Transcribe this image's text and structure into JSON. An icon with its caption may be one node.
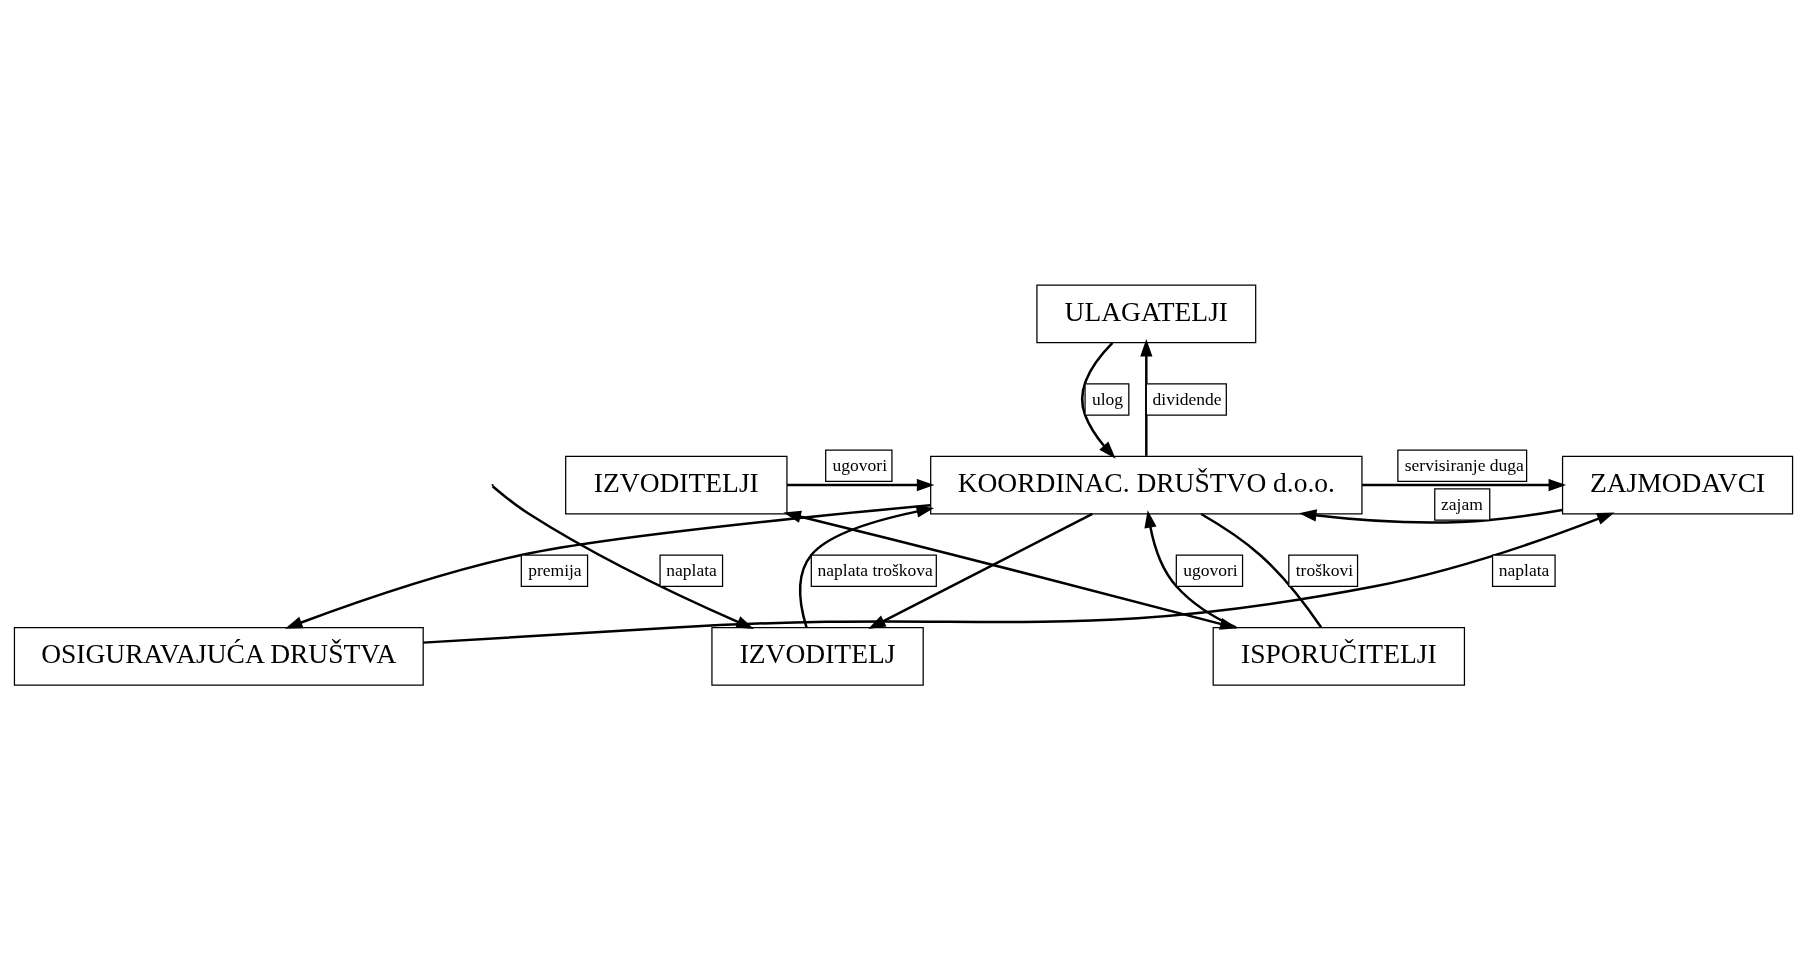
{
  "diagram": {
    "nodes": [
      {
        "text": [
          "ULAGATELJI"
        ]
      },
      {
        "text": [
          "ZAJMODAVCI"
        ]
      },
      {
        "text": [
          "IZVODITELJI"
        ]
      },
      {
        "text": [
          "KOORDINAC. DRUŠTVO d.o.o."
        ]
      },
      {
        "text": [
          "OSIGURAVAJUĆA DRUŠTVA"
        ]
      },
      {
        "text": [
          "ISPORUČITELJI"
        ]
      },
      {
        "text": [
          "IZVODITELJ"
        ]
      }
    ],
    "edges": [
      {
        "from": 3,
        "to": 0,
        "arrow": "to",
        "label": "dividende"
      },
      {
        "from": 0,
        "to": 3,
        "arrow": "to",
        "label": "ulog"
      },
      {
        "from": 1,
        "to": 3,
        "arrow": "to",
        "label": "zajam"
      },
      {
        "from": 3,
        "to": 1,
        "arrow": "to",
        "label": "servisiranje duga"
      },
      {
        "from": 2,
        "to": 3,
        "arrow": "to",
        "label": "ugovori"
      },
      {
        "from": 3,
        "to": 5,
        "arrow": "none",
        "label": "troškovi"
      },
      {
        "from": 2,
        "to": 5,
        "arrow": "both"
      },
      {
        "from": 6,
        "to": 3,
        "arrow": "to",
        "label": "naplata troškova"
      },
      {
        "from": 3,
        "to": 6,
        "arrow": "to"
      },
      {
        "from": 5,
        "to": 3,
        "arrow": "to",
        "label": "ugovori"
      },
      {
        "from": 3,
        "to": 4,
        "arrow": "to",
        "label": "premija"
      },
      {
        "from": 4,
        "to": 1,
        "arrow": "to",
        "label": "naplata"
      },
      {
        "from": null,
        "to": 6,
        "arrow": "to",
        "label": "naplata"
      }
    ]
  }
}
